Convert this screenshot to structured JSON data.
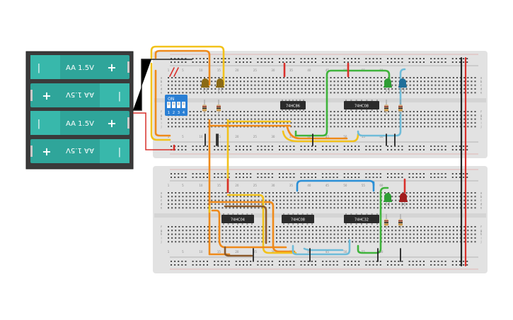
{
  "battery_pack": {
    "cells": [
      {
        "label": "AA 1.5V",
        "orientation": "normal",
        "minus": "−",
        "plus": "+"
      },
      {
        "label": "AA 1.5V",
        "orientation": "flipped",
        "minus": "−",
        "plus": "+"
      },
      {
        "label": "AA 1.5V",
        "orientation": "normal",
        "minus": "−",
        "plus": "+"
      },
      {
        "label": "AA 1.5V",
        "orientation": "flipped",
        "minus": "−",
        "plus": "+"
      }
    ]
  },
  "dip_switch": {
    "header": "ON",
    "numbers": [
      "1",
      "2",
      "3",
      "4"
    ]
  },
  "chips": {
    "top": [
      {
        "label": "74HC86"
      },
      {
        "label": "74HC08"
      }
    ],
    "bottom": [
      {
        "label": "74HC04"
      },
      {
        "label": "74HC08"
      },
      {
        "label": "74HC32"
      }
    ]
  },
  "breadboard_column_numbers": [
    "1",
    "5",
    "10",
    "15",
    "20",
    "25",
    "30",
    "35",
    "40",
    "45",
    "50",
    "55",
    "60"
  ],
  "breadboard_row_letters": [
    "a",
    "b",
    "c",
    "d",
    "e",
    "f",
    "g",
    "h",
    "i",
    "j"
  ],
  "leds": {
    "top": [
      "brown",
      "brown",
      "green",
      "blue"
    ],
    "bottom": [
      "green",
      "red"
    ]
  },
  "colors": {
    "breadboard": "#e2e2e2",
    "battery_teal": "#2fa59a",
    "battery_dark": "#3a3a3a",
    "dip_blue": "#2a7fd4",
    "wire_yellow": "#f2c21b",
    "wire_orange": "#ef8a1a",
    "wire_red": "#d9302b",
    "wire_green": "#3fb33b",
    "wire_blue": "#2a8fd6",
    "wire_lightblue": "#6fbcd9",
    "wire_brown": "#8b5a2b"
  }
}
